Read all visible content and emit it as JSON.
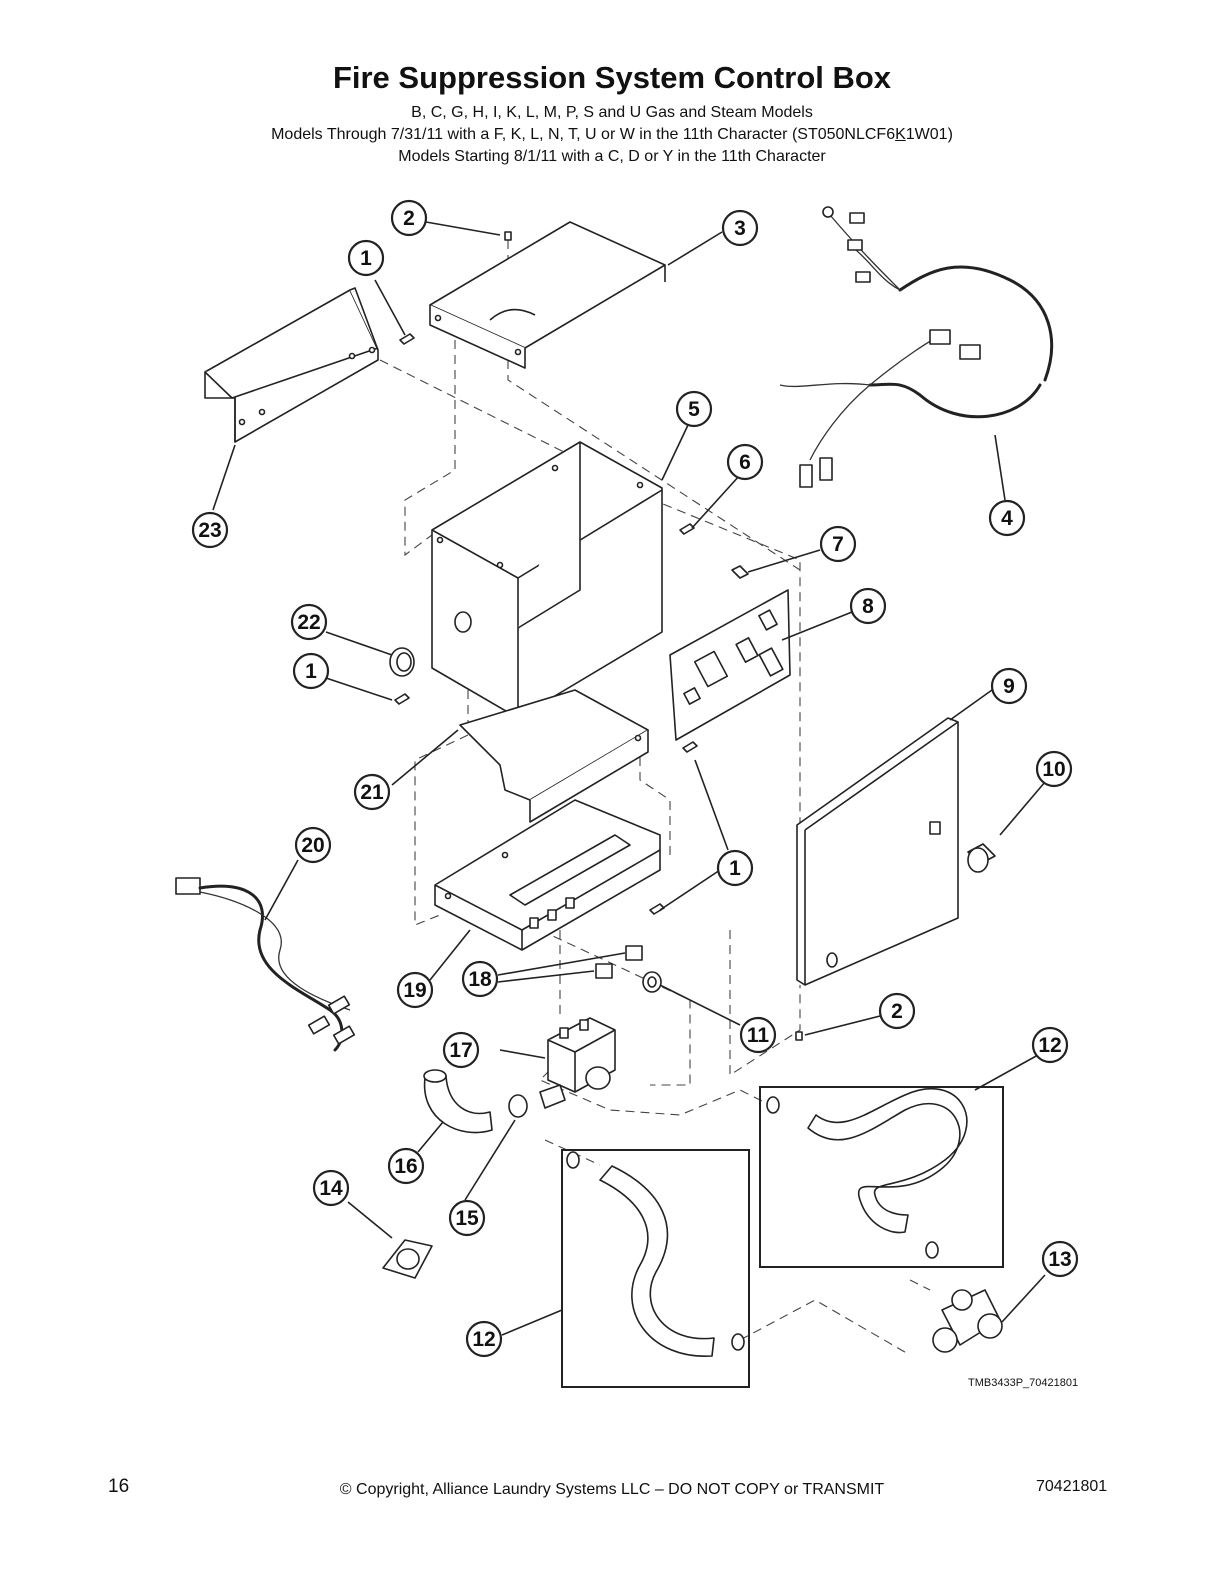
{
  "header": {
    "title": "Fire Suppression System Control Box",
    "subtitle_1": "B, C, G, H, I, K, L, M, P, S and U Gas and Steam Models",
    "subtitle_2_before": "Models Through 7/31/11 with a F, K, L, N, T, U or W in the 11th Character (ST050NLCF6",
    "subtitle_2_underlined": "K",
    "subtitle_2_after": "1W01)",
    "subtitle_3": "Models Starting 8/1/11 with a C, D or Y in the 11th Character"
  },
  "callouts": [
    {
      "id": "c1a",
      "label": "1"
    },
    {
      "id": "c2a",
      "label": "2"
    },
    {
      "id": "c3",
      "label": "3"
    },
    {
      "id": "c4",
      "label": "4"
    },
    {
      "id": "c5",
      "label": "5"
    },
    {
      "id": "c6",
      "label": "6"
    },
    {
      "id": "c7",
      "label": "7"
    },
    {
      "id": "c8",
      "label": "8"
    },
    {
      "id": "c9",
      "label": "9"
    },
    {
      "id": "c10",
      "label": "10"
    },
    {
      "id": "c1b",
      "label": "1"
    },
    {
      "id": "c1c",
      "label": "1"
    },
    {
      "id": "c11",
      "label": "11"
    },
    {
      "id": "c2b",
      "label": "2"
    },
    {
      "id": "c12a",
      "label": "12"
    },
    {
      "id": "c12b",
      "label": "12"
    },
    {
      "id": "c13",
      "label": "13"
    },
    {
      "id": "c14",
      "label": "14"
    },
    {
      "id": "c15",
      "label": "15"
    },
    {
      "id": "c16",
      "label": "16"
    },
    {
      "id": "c17",
      "label": "17"
    },
    {
      "id": "c18",
      "label": "18"
    },
    {
      "id": "c19",
      "label": "19"
    },
    {
      "id": "c20",
      "label": "20"
    },
    {
      "id": "c21",
      "label": "21"
    },
    {
      "id": "c22",
      "label": "22"
    },
    {
      "id": "c23",
      "label": "23"
    }
  ],
  "figure_ref": "TMB3433P_70421801",
  "footer": {
    "page_number": "16",
    "copyright": "© Copyright, Alliance Laundry Systems LLC – DO NOT COPY or TRANSMIT",
    "doc_number": "70421801"
  }
}
